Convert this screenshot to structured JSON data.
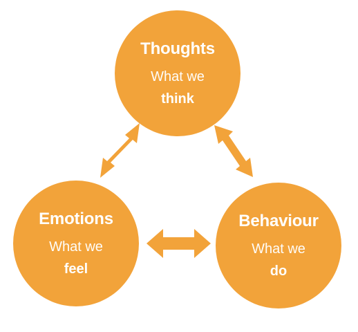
{
  "colors": {
    "node_fill": "#F2A33A",
    "arrow_fill": "#F2A33A",
    "text": "#FFFFFF"
  },
  "nodes": {
    "thoughts": {
      "title": "Thoughts",
      "subtitle": "What we",
      "keyword": "think"
    },
    "emotions": {
      "title": "Emotions",
      "subtitle": "What we",
      "keyword": "feel"
    },
    "behaviour": {
      "title": "Behaviour",
      "subtitle": "What we",
      "keyword": "do"
    }
  },
  "arrows": [
    {
      "from": "thoughts",
      "to": "emotions",
      "style": "double-headed"
    },
    {
      "from": "thoughts",
      "to": "behaviour",
      "style": "double-headed"
    },
    {
      "from": "emotions",
      "to": "behaviour",
      "style": "double-headed"
    }
  ]
}
